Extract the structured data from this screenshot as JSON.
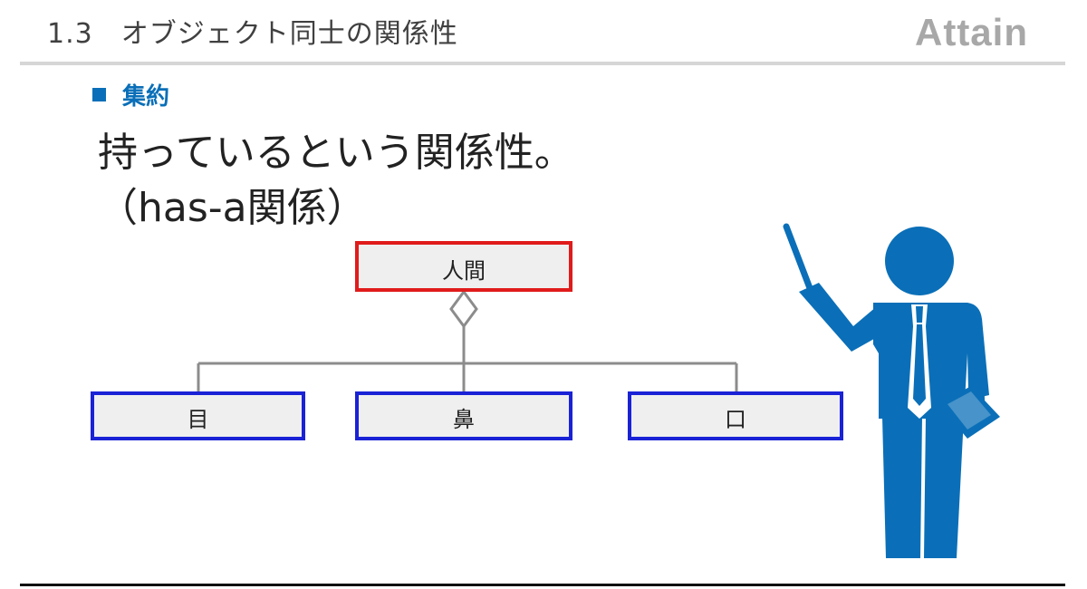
{
  "header": {
    "title": "1.3　オブジェクト同士の関係性",
    "logo_text": "Attain"
  },
  "section": {
    "label": "集約"
  },
  "content": {
    "line1": "持っているという関係性。",
    "line2": "（has-a関係）"
  },
  "diagram": {
    "parent": {
      "label": "人間",
      "border_color": "#e01b1b"
    },
    "children": [
      {
        "label": "目",
        "border_color": "#1a22d6"
      },
      {
        "label": "鼻",
        "border_color": "#1a22d6"
      },
      {
        "label": "口",
        "border_color": "#1a22d6"
      }
    ],
    "relation": "aggregation"
  },
  "colors": {
    "accent": "#0a6fb8",
    "box_fill": "#efefef",
    "connector": "#8c8c8c",
    "presenter": "#0a6fb8"
  },
  "icons": {
    "presenter": "presenter-with-pointer-icon",
    "bullet": "square-bullet-icon"
  }
}
